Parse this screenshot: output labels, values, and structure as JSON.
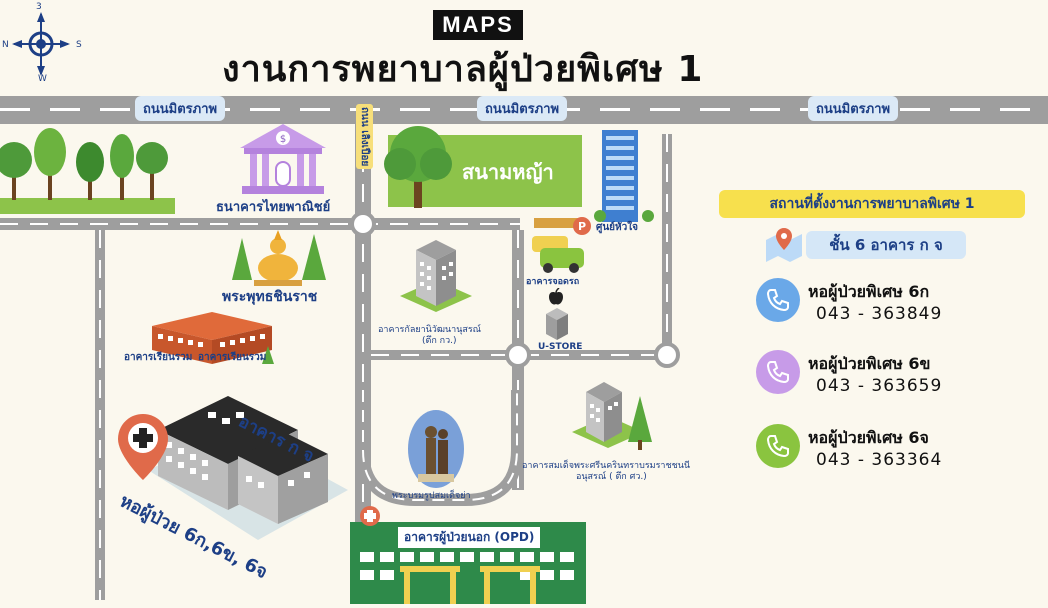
{
  "header": {
    "badge": "MAPS",
    "title": "งานการพยาบาลผู้ป่วยพิเศษ 1"
  },
  "compass": {
    "north": "3",
    "south": "S",
    "east": "W",
    "west": "N"
  },
  "streets": {
    "top_left": "ถนนมิตรภาพ",
    "top_center": "ถนนมิตรภาพ",
    "top_right": "ถนนมิตรภาพ",
    "vertical": "ถนน เลิงเปือย"
  },
  "places": {
    "bank": "ธนาคารไทยพาณิชย์",
    "buddha": "พระพุทธชินราช",
    "lecture": "อาคารเรียนรวม",
    "lecture2": "อาคารเรียนรวม",
    "park": "สนามหญ้า",
    "heart_center": "ศูนย์หัวใจ",
    "parking": "อาคารจอดรถ",
    "ustore": "U-STORE",
    "research_bldg": "อาคารกัลยานิวัฒนานุสรณ์",
    "research_bldg_sub": "(ตึก กว.)",
    "monument": "พระบรมรูปสมเด็จย่า",
    "sirindhorn_bldg": "อาคารสมเด็จพระศรีนครินทราบรมราชชนนี",
    "sirindhorn_bldg_sub": "อนุสรณ์ ( ตึก ศว.)",
    "opd": "อาคารผู้ป่วยนอก (OPD)",
    "building_k": "อาคาร ก จ",
    "ward": "หอผู้ป่วย 6ก,6ข, 6จ"
  },
  "info": {
    "title": "สถานที่ตั้งงานการพยาบาลพิเศษ 1",
    "floor": "ชั้น 6 อาคาร ก จ",
    "contacts": [
      {
        "name": "หอผู้ป่วยพิเศษ 6ก",
        "phone": "043 - 363849",
        "color": "#6aa8e8"
      },
      {
        "name": "หอผู้ป่วยพิเศษ 6ข",
        "phone": "043 - 363659",
        "color": "#c79be8"
      },
      {
        "name": "หอผู้ป่วยพิเศษ 6จ",
        "phone": "043 - 363364",
        "color": "#8ac43f"
      }
    ]
  },
  "colors": {
    "road": "#9e9e9e",
    "label_blue": "#1d3f86",
    "park_green": "#8dc34a",
    "highlight_yellow": "#f7e04d"
  }
}
